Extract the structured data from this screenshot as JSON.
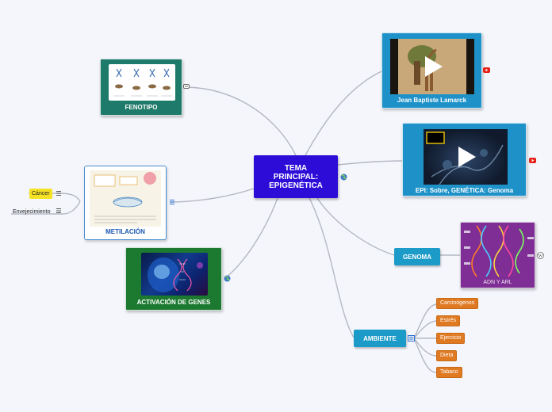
{
  "central": {
    "line1": "TEMA",
    "line2": "PRINCIPAL:",
    "line3": "EPIGENÉTICA"
  },
  "nodes": {
    "fenotipo": "FENOTIPO",
    "metilacion": "METILACIÓN",
    "activacion": "ACTIVACIÓN DE GENES",
    "lamarck": "Jean Baptiste Lamarck",
    "epi": "EPI: Sobre, GENÉTICA: Genoma",
    "genoma": "GENOMA",
    "adn": "ADN Y ARL",
    "ambiente": "AMBIENTE"
  },
  "metilacion_children": [
    "Cáncer",
    "Envejecimiento"
  ],
  "ambiente_children": [
    "Carcinógenos",
    "Estrés",
    "Ejercicio",
    "Dieta",
    "Tabaco"
  ],
  "icons": {
    "central": "globe-icon",
    "lamarck": "youtube-icon",
    "epi": "youtube-icon",
    "adn": "wikipedia-icon",
    "activacion": "globe-icon",
    "fenotipo": "link-icon",
    "notes": "notes-icon"
  },
  "colors": {
    "central": "#2d0cd8",
    "fenotipo": "#1e7a6a",
    "activacion": "#1c7a30",
    "video": "#1e92c8",
    "adn": "#7e2e94",
    "topic": "#1d9bc8",
    "chip": "#e07a22",
    "cancer": "#f6e225",
    "youtube": "#e62117"
  }
}
